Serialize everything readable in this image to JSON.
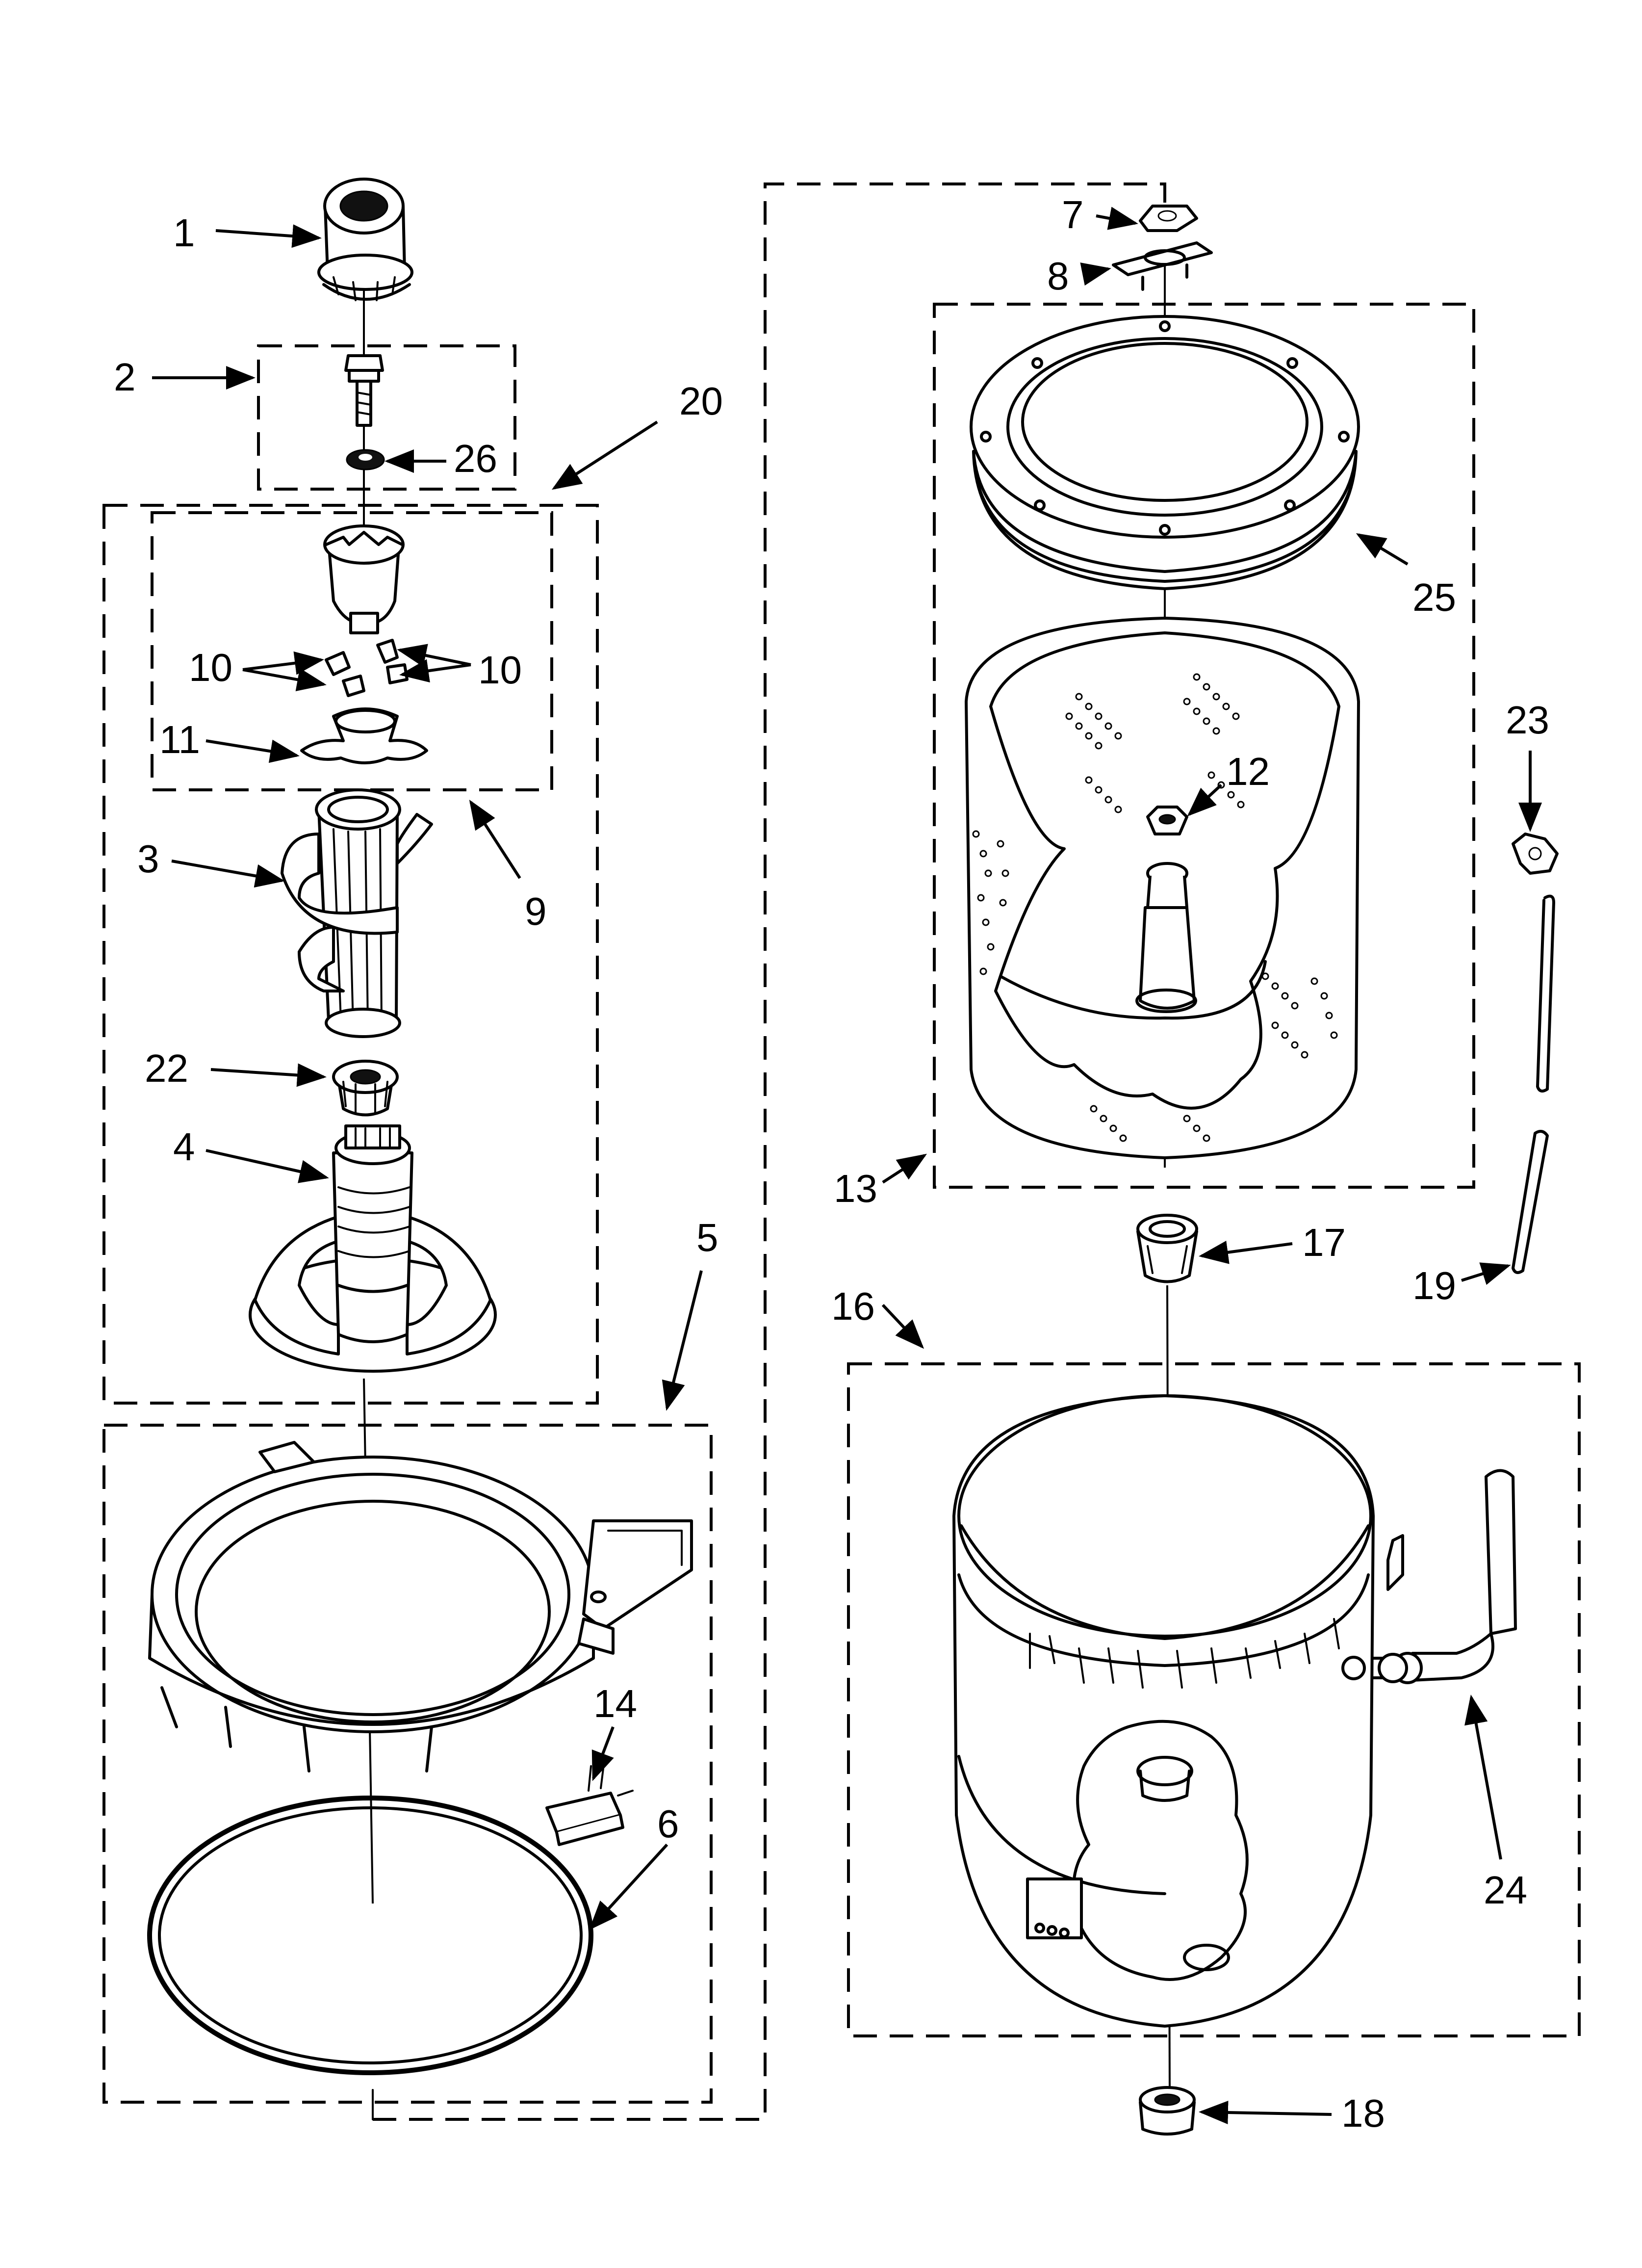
{
  "diagram": {
    "callouts": [
      "1",
      "2",
      "26",
      "20",
      "10",
      "10",
      "11",
      "9",
      "3",
      "22",
      "4",
      "5",
      "6",
      "14",
      "7",
      "8",
      "25",
      "12",
      "13",
      "17",
      "16",
      "19",
      "23",
      "24",
      "18"
    ]
  }
}
